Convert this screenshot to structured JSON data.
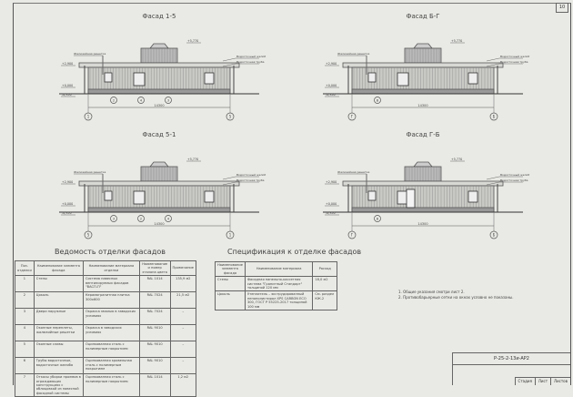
{
  "page_number": "10",
  "facades": [
    {
      "title": "Фасад 1-5",
      "axes": [
        "1",
        "5"
      ],
      "mid_axes": [
        "2",
        "4",
        "3"
      ],
      "dimension": "14300",
      "elevations": [
        "+5,770",
        "+2,900",
        "+0,000",
        "-0,350"
      ]
    },
    {
      "title": "Фасад Б-Г",
      "axes": [
        "Г",
        "Б"
      ],
      "mid_axes": [
        "В"
      ],
      "dimension": "14300",
      "elevations": [
        "+5,770",
        "+2,900",
        "+0,000",
        "-0,350"
      ]
    },
    {
      "title": "Фасад 5-1",
      "axes": [
        "5",
        "1"
      ],
      "mid_axes": [
        "3",
        "2",
        "4"
      ],
      "dimension": "14300",
      "elevations": [
        "+5,770",
        "+2,900",
        "+0,000",
        "-0,350"
      ]
    },
    {
      "title": "Фасад Г-Б",
      "axes": [
        "Г",
        "Б"
      ],
      "mid_axes": [
        "В"
      ],
      "dimension": "14300",
      "elevations": [
        "+5,770",
        "+2,900",
        "+0,000",
        "-0,350"
      ]
    }
  ],
  "callouts": [
    "Водосточный желоб",
    "Водосточная труба",
    "Жалюзийная решетка"
  ],
  "finish_table": {
    "title": "Ведомость отделки фасадов",
    "headers": [
      "Поз. отделки",
      "Наименование элемента фасада",
      "Наименование материала отделки",
      "Наименование и номер эталона цвета",
      "Примечание"
    ],
    "rows": [
      [
        "1",
        "Стены",
        "Система навесных вентилируемых фасадов \"ВАСП-П\"",
        "RAL 1014",
        "135,9 м2"
      ],
      [
        "2",
        "Цоколь",
        "Керамогранитная плитка 300х600",
        "RAL 7024",
        "21,5 м2"
      ],
      [
        "3",
        "Двери наружные",
        "Окраска эмалью в заводских условиях",
        "RAL 7024",
        "–"
      ],
      [
        "4",
        "Оконные переплеты, жалюзийные решетки",
        "Окраска в заводских условиях",
        "RAL 9010",
        "–"
      ],
      [
        "5",
        "Оконные сливы",
        "Оцинкованная сталь с полимерным покрытием",
        "RAL 9010",
        "–"
      ],
      [
        "6",
        "Трубы водосточные, водосточные желоба",
        "Оцинкованная кровельная сталь с полимерным покрытием",
        "RAL 9010",
        "–"
      ],
      [
        "7",
        "Откосы уборки проемов в ограждающих конструкциях с облицовкой из навесной фасадной системы",
        "Оцинкованная сталь с полимерным покрытием",
        "RAL 1014",
        "1,2 м2"
      ]
    ]
  },
  "spec_table": {
    "title": "Спецификация к отделке фасадов",
    "headers": [
      "Наименование элемента фасада",
      "Наименование материала",
      "Расход"
    ],
    "rows": [
      [
        "Стены",
        "Фасадная панельно-кассетная система \"Гранитный Стандарт\" толщиной 120 мм",
        "18,0 м2"
      ],
      [
        "Цоколь",
        "Утеплитель – экструдированный пенополистирол XPS CARBON ECO 300, ГОСТ Р 55225-2017 толщиной 100 мм",
        "См. раздел КЖ.2"
      ]
    ]
  },
  "notes": [
    "1. Общие указания смотри лист 2.",
    "2. Противобарьерные сетки на окнах условно не показаны."
  ],
  "stamp": {
    "code": "Р-25-2-13и-АР2",
    "cells": [
      "Стадия",
      "Лист",
      "Листов"
    ]
  }
}
